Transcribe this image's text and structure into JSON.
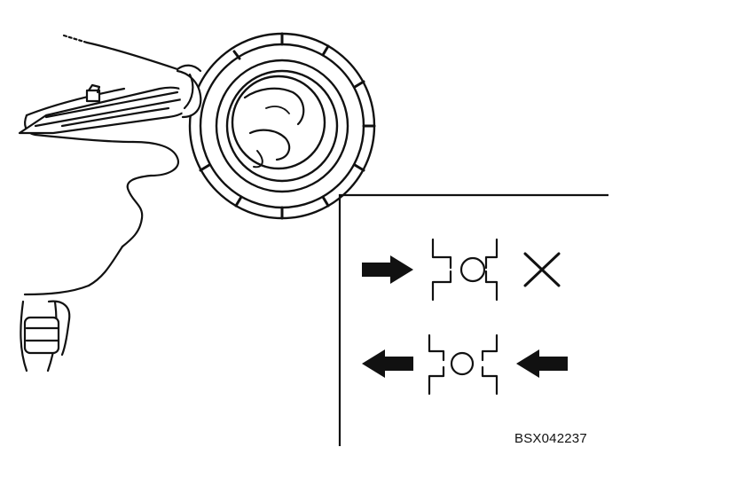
{
  "figure": {
    "code": "BSX042237",
    "illustration": {
      "air_gun": "air-gun-nozzle",
      "bearing": "one-way-clutch-bearing",
      "hose": "air-hose"
    },
    "inset": {
      "rows": [
        {
          "direction": "right",
          "result": "locked",
          "mark": "X"
        },
        {
          "direction": "left",
          "result": "free-flow",
          "mark": ""
        }
      ]
    }
  }
}
